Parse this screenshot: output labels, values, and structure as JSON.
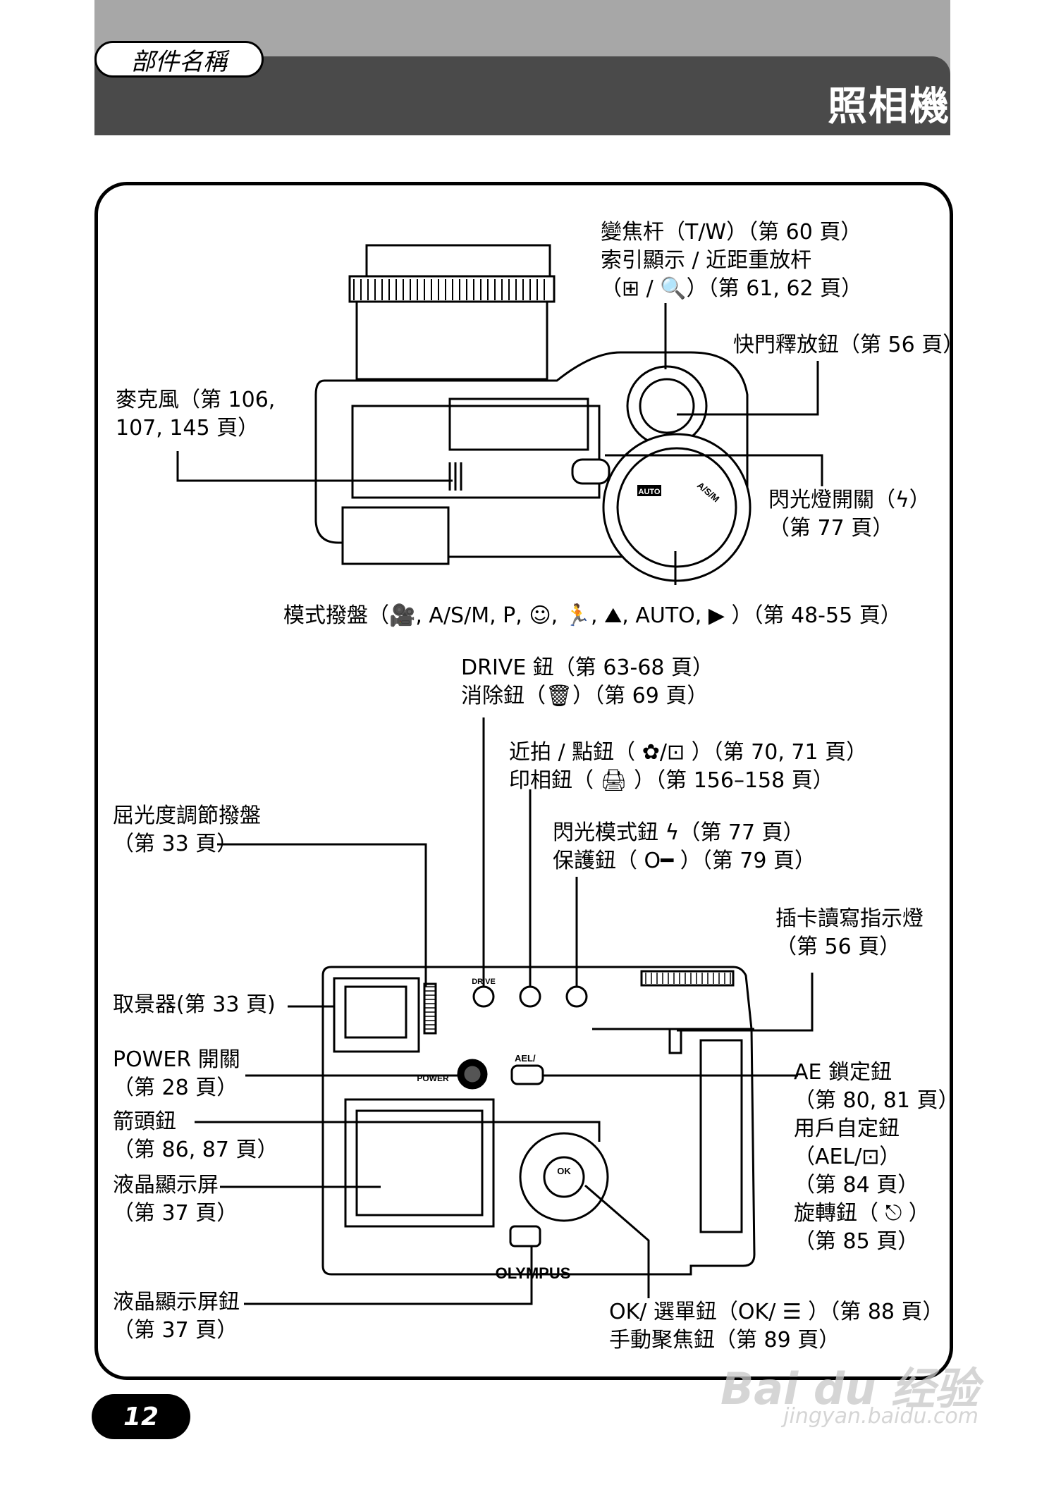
{
  "header": {
    "section_tab": "部件名稱",
    "title": "照相機"
  },
  "callouts": {
    "zoom": [
      "變焦杆（T/W）（第 60 頁）",
      "索引顯示 / 近距重放杆",
      "（⊞ / 🔍）（第 61, 62 頁）"
    ],
    "shutter": [
      "快門釋放鈕（第 56 頁）"
    ],
    "mic": [
      "麥克風（第 106,",
      "107, 145 頁）"
    ],
    "flash_switch": [
      "閃光燈開關（ϟ）",
      "（第 77 頁）"
    ],
    "mode_dial": [
      "模式撥盤（🎥, A/S/M, P, ☺, 🏃, ⛰, AUTO, ▶ ）（第 48-55 頁）"
    ],
    "drive": [
      "DRIVE 鈕（第 63-68 頁）",
      "消除鈕（🗑）（第 69 頁）"
    ],
    "macro": [
      "近拍 / 點鈕（ ✿/⊡ ）（第 70, 71 頁）",
      "印相鈕（ 🖨 ）（第 156–158 頁）"
    ],
    "diopter": [
      "屈光度調節撥盤",
      "（第 33 頁）"
    ],
    "flash_mode": [
      "閃光模式鈕 ϟ（第 77 頁）",
      "保護鈕（ O━ ）（第 79 頁）"
    ],
    "card_lamp": [
      "插卡讀寫指示燈",
      "（第 56 頁）"
    ],
    "viewfinder": [
      "取景器(第 33 頁)"
    ],
    "power": [
      "POWER 開關",
      "（第 28 頁）"
    ],
    "arrow": [
      "箭頭鈕",
      "（第 86, 87 頁）"
    ],
    "ae_lock": [
      "AE 鎖定鈕",
      "（第 80, 81 頁）",
      "用戶自定鈕",
      "（AEL/⊡）",
      "（第 84 頁）",
      "旋轉鈕（ ⎋ ）",
      "（第 85 頁）"
    ],
    "lcd": [
      "液晶顯示屏",
      "（第 37 頁）"
    ],
    "lcd_button": [
      "液晶顯示屏鈕",
      "（第 37 頁）"
    ],
    "ok_menu": [
      "OK/ 選單鈕（OK/ ☰ ）（第 88 頁）",
      "手動聚焦鈕（第 89 頁）"
    ]
  },
  "camera_labels": {
    "brand": "OLYMPUS",
    "power": "POWER",
    "drive": "DRIVE",
    "ael": "AEL/",
    "ok": "OK",
    "auto": "AUTO",
    "asm": "A/S/M"
  },
  "page_number": "12",
  "watermark": {
    "brand": "Bai du 经验",
    "url": "jingyan.baidu.com"
  }
}
